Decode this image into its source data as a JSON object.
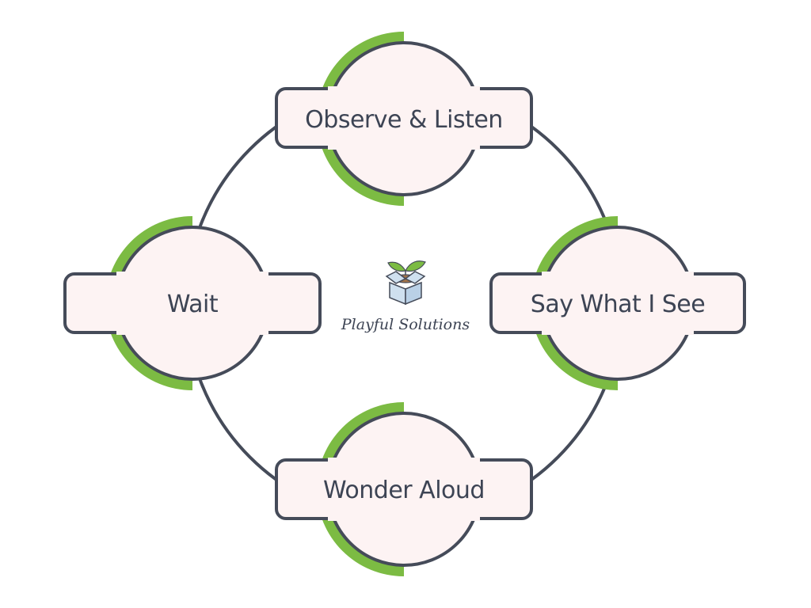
{
  "diagram": {
    "type": "cycle",
    "colors": {
      "outline": "#454b59",
      "fill": "#fdf3f3",
      "accent": "#7cbb43",
      "text": "#3d4454",
      "box_brown": "#a37449",
      "box_blue": "#cfe0ef"
    },
    "nodes": [
      {
        "id": "top",
        "label": "Observe & Listen"
      },
      {
        "id": "right",
        "label": "Say What I See"
      },
      {
        "id": "bottom",
        "label": "Wonder Aloud"
      },
      {
        "id": "left",
        "label": "Wait"
      }
    ]
  },
  "logo": {
    "text": "Playful Solutions",
    "icon": "sprout-box-icon"
  }
}
